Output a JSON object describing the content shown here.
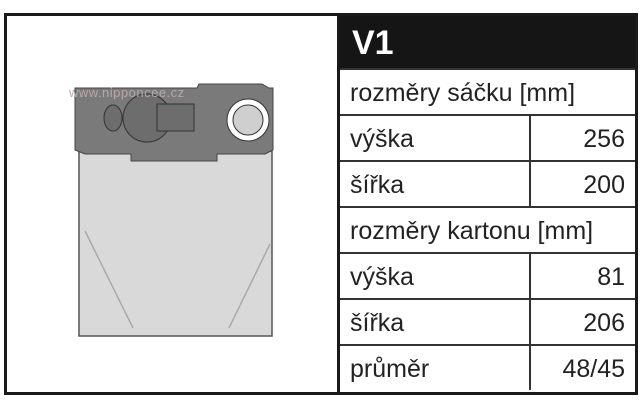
{
  "watermark": "www.nipponcee.cz",
  "model": "V1",
  "sections": [
    {
      "title": "rozměry sáčku [mm]",
      "rows": [
        {
          "label": "výška",
          "value": "256"
        },
        {
          "label": "šířka",
          "value": "200"
        }
      ]
    },
    {
      "title": "rozměry kartonu [mm]",
      "rows": [
        {
          "label": "výška",
          "value": "81"
        },
        {
          "label": "šířka",
          "value": "206"
        },
        {
          "label": "průměr",
          "value": "48/45"
        }
      ]
    }
  ]
}
